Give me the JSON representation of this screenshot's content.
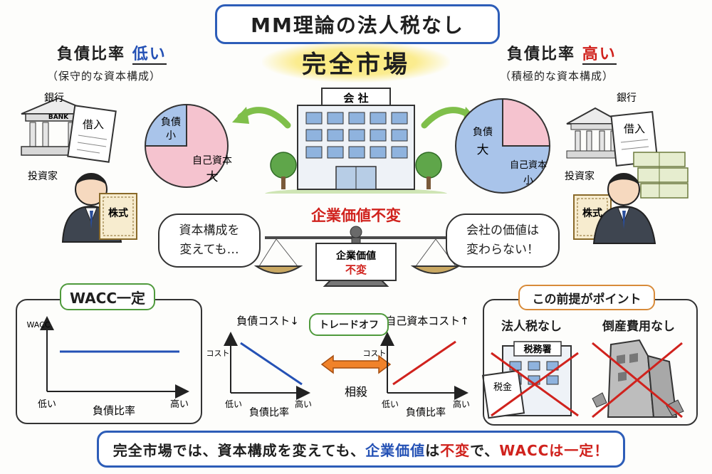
{
  "title": "MM理論の法人税なし",
  "subtitle": "完全市場",
  "left": {
    "heading_prefix": "負債比率",
    "heading_emph": "低い",
    "sub": "（保守的な資本構成）",
    "bank_label": "銀行",
    "bank_sign": "BANK",
    "loan_doc": "借入",
    "investor_label": "投資家",
    "stock_doc": "株式",
    "pie_debt_line1": "負債",
    "pie_debt_line2": "小",
    "pie_equity_line1": "自己資本",
    "pie_equity_line2": "大",
    "debt_share": 0.25
  },
  "right": {
    "heading_prefix": "負債比率",
    "heading_emph": "高い",
    "sub": "（積極的な資本構成）",
    "bank_label": "銀行",
    "loan_doc": "借入",
    "investor_label": "投資家",
    "stock_doc": "株式",
    "pie_debt_line1": "負債",
    "pie_debt_line2": "大",
    "pie_equity_line1": "自己資本",
    "pie_equity_line2": "小",
    "debt_share": 0.75
  },
  "company": {
    "sign": "会 社"
  },
  "center": {
    "value_heading": "企業価値不変",
    "scale_label_line1": "企業価値",
    "scale_label_line2": "不変",
    "bubble_left_line1": "資本構成を",
    "bubble_left_line2": "変えても…",
    "bubble_right_line1": "会社の価値は",
    "bubble_right_line2": "変わらない！"
  },
  "wacc_panel": {
    "tag": "WACC一定",
    "y_label": "WACC",
    "x_low": "低い",
    "x_high": "高い",
    "x_label": "負債比率"
  },
  "tradeoff": {
    "left_title": "負債コスト↓",
    "tag": "トレードオフ",
    "right_title": "自己資本コスト↑",
    "y_label": "コスト",
    "x_low": "低い",
    "x_high": "高い",
    "x_label": "負債比率",
    "offset": "相殺"
  },
  "premise": {
    "tag": "この前提がポイント",
    "item1": "法人税なし",
    "item2": "倒産費用なし",
    "tax_office_sign": "税務署",
    "tax_doc": "税金"
  },
  "summary": {
    "part1": "完全市場では、資本構成を変えても、",
    "part2": "企業価値",
    "part3": "は",
    "part4": "不変",
    "part5": "で、",
    "part6": "WACCは一定！"
  },
  "colors": {
    "frame_blue": "#2d5db8",
    "debt_blue": "#a9c4ea",
    "equity_pink": "#f5c3cf",
    "accent_red": "#d0221d",
    "arrow_green": "#7fbf4a",
    "wacc_line": "#2451b5",
    "tag_green": "#4f9a3c",
    "premise_tag": "#d88b3a"
  }
}
